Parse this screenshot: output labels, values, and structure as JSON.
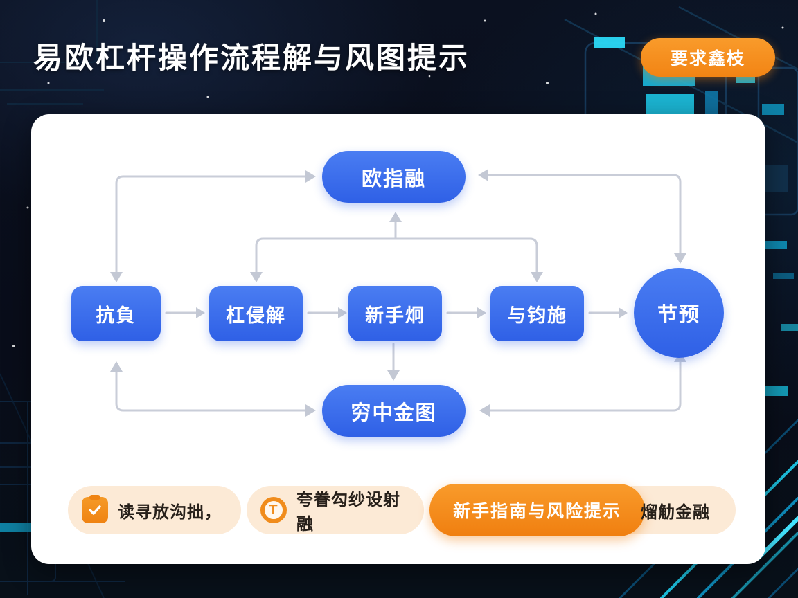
{
  "header": {
    "title": "易欧杠杆操作流程解与风图提示",
    "badge": "要求鑫枝"
  },
  "flowchart": {
    "top_node": "欧指融",
    "row_nodes": [
      "抗負",
      "杠侵解",
      "新手炯",
      "与钧施"
    ],
    "end_node": "节预",
    "bottom_node": "穷中金图",
    "node_color": "#3a6ff0",
    "connector_color": "#c9cdd8"
  },
  "footer": {
    "pill1": {
      "icon": "clipboard-check-icon",
      "text": "读寻放沟拙，"
    },
    "pill2": {
      "icon": "coin-t-icon",
      "icon_glyph": "T",
      "text": "夸眷勾纱设射融"
    },
    "pill3": {
      "button": "新手指南与风险提示",
      "text": "熘觔金融"
    }
  },
  "colors": {
    "background": "#0a0e1c",
    "accent_orange": "#f28414",
    "accent_cyan": "#1fd0f0",
    "card": "#ffffff",
    "pill_peach": "#fcead6"
  }
}
